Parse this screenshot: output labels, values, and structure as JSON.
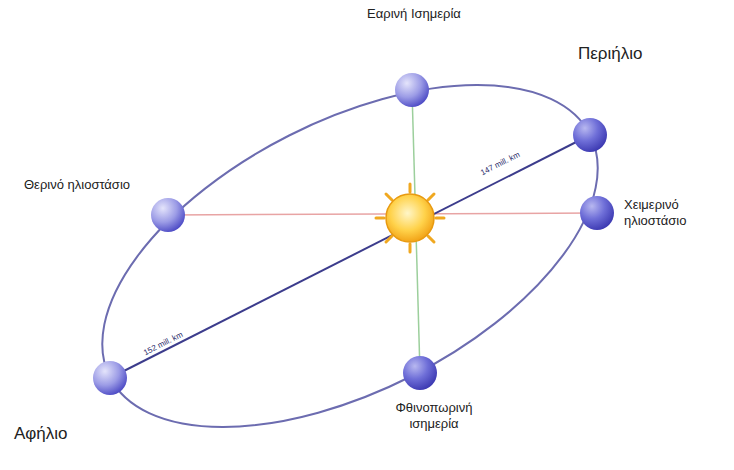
{
  "diagram": {
    "labels": [
      "Εαρινή Ισημερία",
      "Περιήλιο",
      "Χειμερινό ηλιοστάσιο",
      "Θερινό ηλιοστάσιο",
      "147 mill. km",
      "152 mill. km",
      "Αφήλιο",
      "Φθινοπωρινή ισημερία"
    ]
  }
}
